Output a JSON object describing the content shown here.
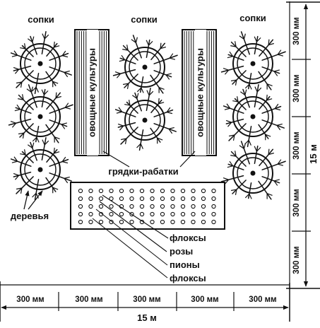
{
  "labels": {
    "hills_left": "сопки",
    "hills_center": "сопки",
    "hills_right": "сопки",
    "bed_left": "овощные культуры",
    "bed_right": "овощные культуры",
    "beds_caption": "грядки-рабатки",
    "trees": "деревья",
    "phlox_1": "флоксы",
    "roses": "розы",
    "peonies": "пионы",
    "phlox_2": "флоксы"
  },
  "dimensions": {
    "bottom": [
      "300 мм",
      "300 мм",
      "300 мм",
      "300 мм",
      "300 мм"
    ],
    "bottom_total": "15 м",
    "right": [
      "300 мм",
      "300 мм",
      "300 мм",
      "300 мм",
      "300 мм"
    ],
    "right_total": "15 м"
  },
  "colors": {
    "ink": "#111111",
    "paper": "#ffffff"
  }
}
